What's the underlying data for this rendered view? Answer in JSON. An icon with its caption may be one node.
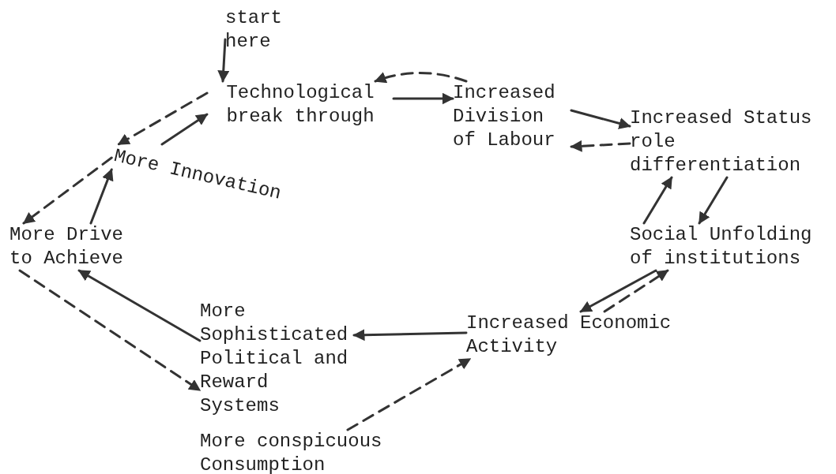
{
  "diagram": {
    "nodes": [
      {
        "text": [
          "start here"
        ]
      },
      {
        "text": [
          "Technological break through"
        ]
      },
      {
        "text": [
          "Increased Division of Labour"
        ]
      },
      {
        "text": [
          "Increased Status role differentiation"
        ]
      },
      {
        "text": [
          "Social Unfolding of institutions"
        ]
      },
      {
        "text": [
          "Increased Economic Activity"
        ]
      },
      {
        "text": [
          "More Sophisticated Political and Reward Systems"
        ]
      },
      {
        "text": [
          "More conspicuous Consumption"
        ]
      },
      {
        "text": [
          "More Drive to Achieve"
        ]
      },
      {
        "text": [
          "More Innovation"
        ]
      }
    ],
    "edges": [
      {
        "from": 0,
        "to": 1,
        "arrow": "to"
      },
      {
        "from": 1,
        "to": 2,
        "arrow": "to"
      },
      {
        "from": 2,
        "to": 1,
        "arrow": "to",
        "style": "dashed"
      },
      {
        "from": 2,
        "to": 3,
        "arrow": "to"
      },
      {
        "from": 3,
        "to": 2,
        "arrow": "to",
        "style": "dashed"
      },
      {
        "from": 3,
        "to": 4,
        "arrow": "to"
      },
      {
        "from": 4,
        "to": 3,
        "arrow": "to"
      },
      {
        "from": 4,
        "to": 5,
        "arrow": "to"
      },
      {
        "from": 5,
        "to": 4,
        "arrow": "to",
        "style": "dashed"
      },
      {
        "from": 5,
        "to": 6,
        "arrow": "to"
      },
      {
        "from": 7,
        "to": 5,
        "arrow": "to",
        "style": "dashed"
      },
      {
        "from": 6,
        "to": 8,
        "arrow": "to"
      },
      {
        "from": 8,
        "to": 6,
        "arrow": "to",
        "style": "dashed"
      },
      {
        "from": 8,
        "to": 9,
        "arrow": "to"
      },
      {
        "from": 9,
        "to": 1,
        "arrow": "to"
      },
      {
        "from": 1,
        "to": 9,
        "arrow": "to",
        "style": "dashed"
      },
      {
        "from": 9,
        "to": 8,
        "arrow": "to",
        "style": "dashed"
      }
    ]
  }
}
